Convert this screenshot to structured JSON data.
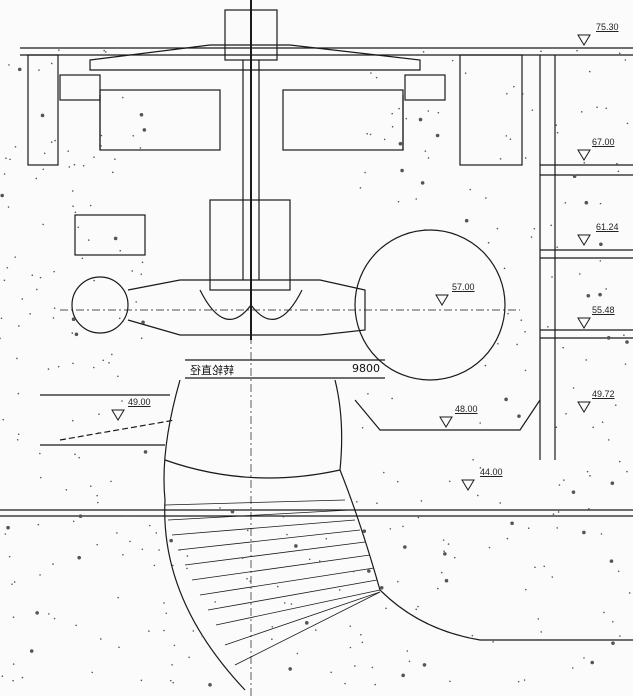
{
  "drawing": {
    "runner_diameter_label": "转轮直径",
    "runner_diameter_value": "9800",
    "elevations": [
      "75.30",
      "67.00",
      "61.24",
      "57.00",
      "55.48",
      "49.72",
      "49.00",
      "48.00",
      "44.00"
    ]
  },
  "colors": {
    "line": "#1a1a1a",
    "concrete": "#555555",
    "background": "#fbfbfb"
  }
}
